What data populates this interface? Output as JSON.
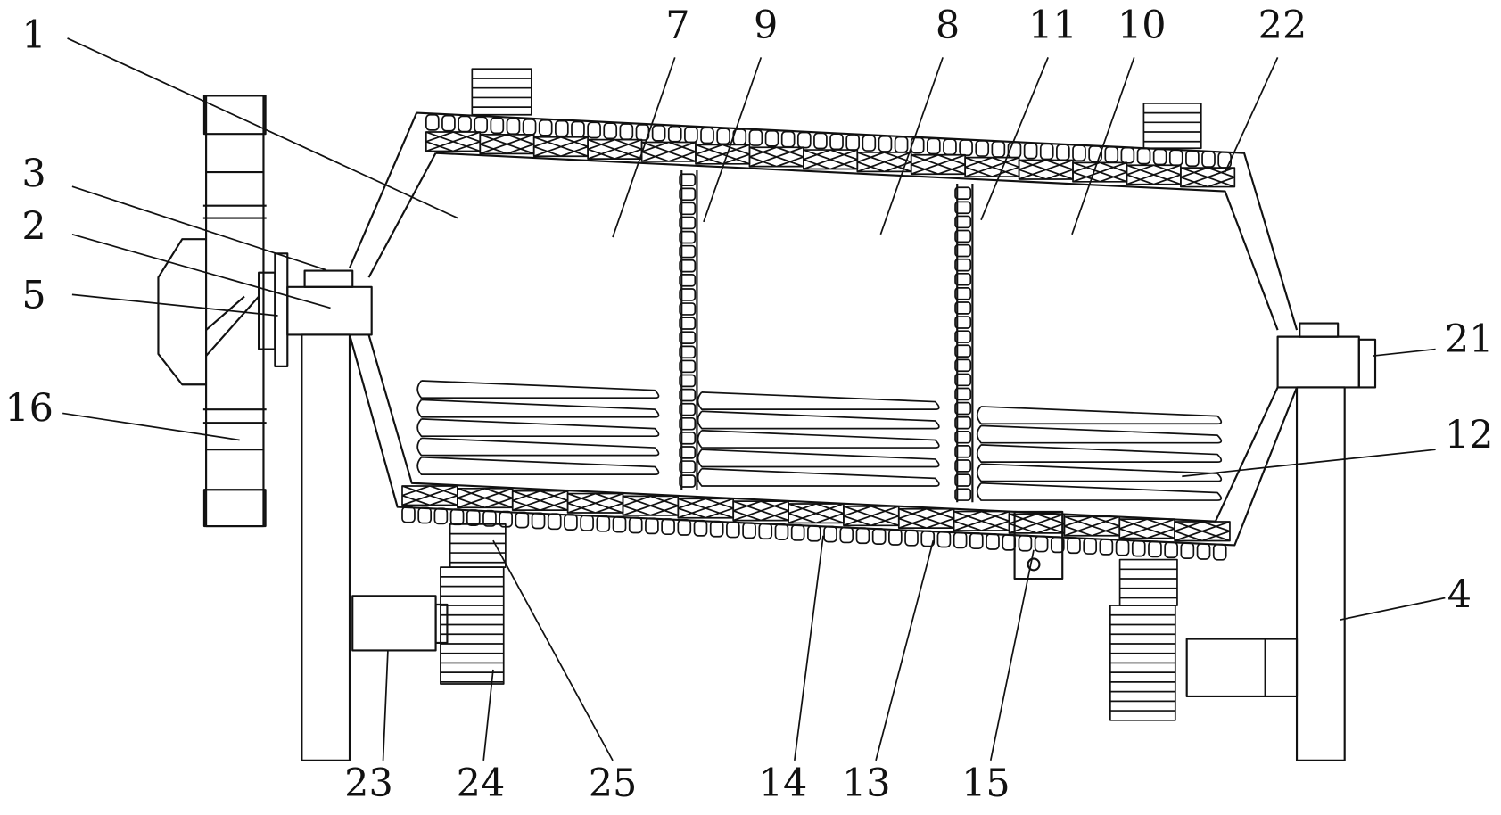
{
  "figure": {
    "type": "patent mechanical drawing",
    "labels": [
      {
        "id": "1",
        "text": "1"
      },
      {
        "id": "7",
        "text": "7"
      },
      {
        "id": "9",
        "text": "9"
      },
      {
        "id": "8",
        "text": "8"
      },
      {
        "id": "11",
        "text": "11"
      },
      {
        "id": "10",
        "text": "10"
      },
      {
        "id": "22",
        "text": "22"
      },
      {
        "id": "3",
        "text": "3"
      },
      {
        "id": "2",
        "text": "2"
      },
      {
        "id": "5",
        "text": "5"
      },
      {
        "id": "16",
        "text": "16"
      },
      {
        "id": "21",
        "text": "21"
      },
      {
        "id": "12",
        "text": "12"
      },
      {
        "id": "4",
        "text": "4"
      },
      {
        "id": "23",
        "text": "23"
      },
      {
        "id": "24",
        "text": "24"
      },
      {
        "id": "25",
        "text": "25"
      },
      {
        "id": "14",
        "text": "14"
      },
      {
        "id": "13",
        "text": "13"
      },
      {
        "id": "15",
        "text": "15"
      }
    ],
    "colors": {
      "line": "#111111",
      "background": "#ffffff"
    }
  }
}
